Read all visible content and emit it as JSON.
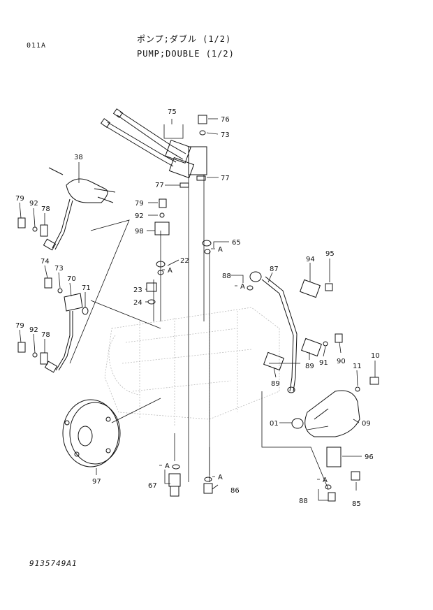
{
  "header": {
    "page_code": "011A",
    "title_jp": "ポンプ;ダブル (1/2)",
    "title_en": "PUMP;DOUBLE (1/2)",
    "drawing_number": "9135749A1"
  },
  "ref_marker": "A",
  "callouts": [
    {
      "id": "75",
      "label": "75"
    },
    {
      "id": "76",
      "label": "76"
    },
    {
      "id": "73a",
      "label": "73"
    },
    {
      "id": "77a",
      "label": "77"
    },
    {
      "id": "77b",
      "label": "77"
    },
    {
      "id": "38",
      "label": "38"
    },
    {
      "id": "79a",
      "label": "79"
    },
    {
      "id": "92a",
      "label": "92"
    },
    {
      "id": "78a",
      "label": "78"
    },
    {
      "id": "79b",
      "label": "79"
    },
    {
      "id": "92b",
      "label": "92"
    },
    {
      "id": "98",
      "label": "98"
    },
    {
      "id": "65",
      "label": "65"
    },
    {
      "id": "22",
      "label": "22"
    },
    {
      "id": "74",
      "label": "74"
    },
    {
      "id": "73b",
      "label": "73"
    },
    {
      "id": "70",
      "label": "70"
    },
    {
      "id": "71",
      "label": "71"
    },
    {
      "id": "23",
      "label": "23"
    },
    {
      "id": "24",
      "label": "24"
    },
    {
      "id": "88a",
      "label": "88"
    },
    {
      "id": "87",
      "label": "87"
    },
    {
      "id": "94",
      "label": "94"
    },
    {
      "id": "95",
      "label": "95"
    },
    {
      "id": "79c",
      "label": "79"
    },
    {
      "id": "92c",
      "label": "92"
    },
    {
      "id": "78c",
      "label": "78"
    },
    {
      "id": "89a",
      "label": "89"
    },
    {
      "id": "91",
      "label": "91"
    },
    {
      "id": "90",
      "label": "90"
    },
    {
      "id": "11",
      "label": "11"
    },
    {
      "id": "10",
      "label": "10"
    },
    {
      "id": "89b",
      "label": "89"
    },
    {
      "id": "01",
      "label": "01"
    },
    {
      "id": "09",
      "label": "09"
    },
    {
      "id": "96",
      "label": "96"
    },
    {
      "id": "97",
      "label": "97"
    },
    {
      "id": "67",
      "label": "67"
    },
    {
      "id": "86",
      "label": "86"
    },
    {
      "id": "88b",
      "label": "88"
    },
    {
      "id": "85",
      "label": "85"
    }
  ],
  "ref_markers": [
    {
      "id": "m1"
    },
    {
      "id": "m2"
    },
    {
      "id": "m3"
    },
    {
      "id": "m4"
    },
    {
      "id": "m5"
    },
    {
      "id": "m6"
    }
  ]
}
